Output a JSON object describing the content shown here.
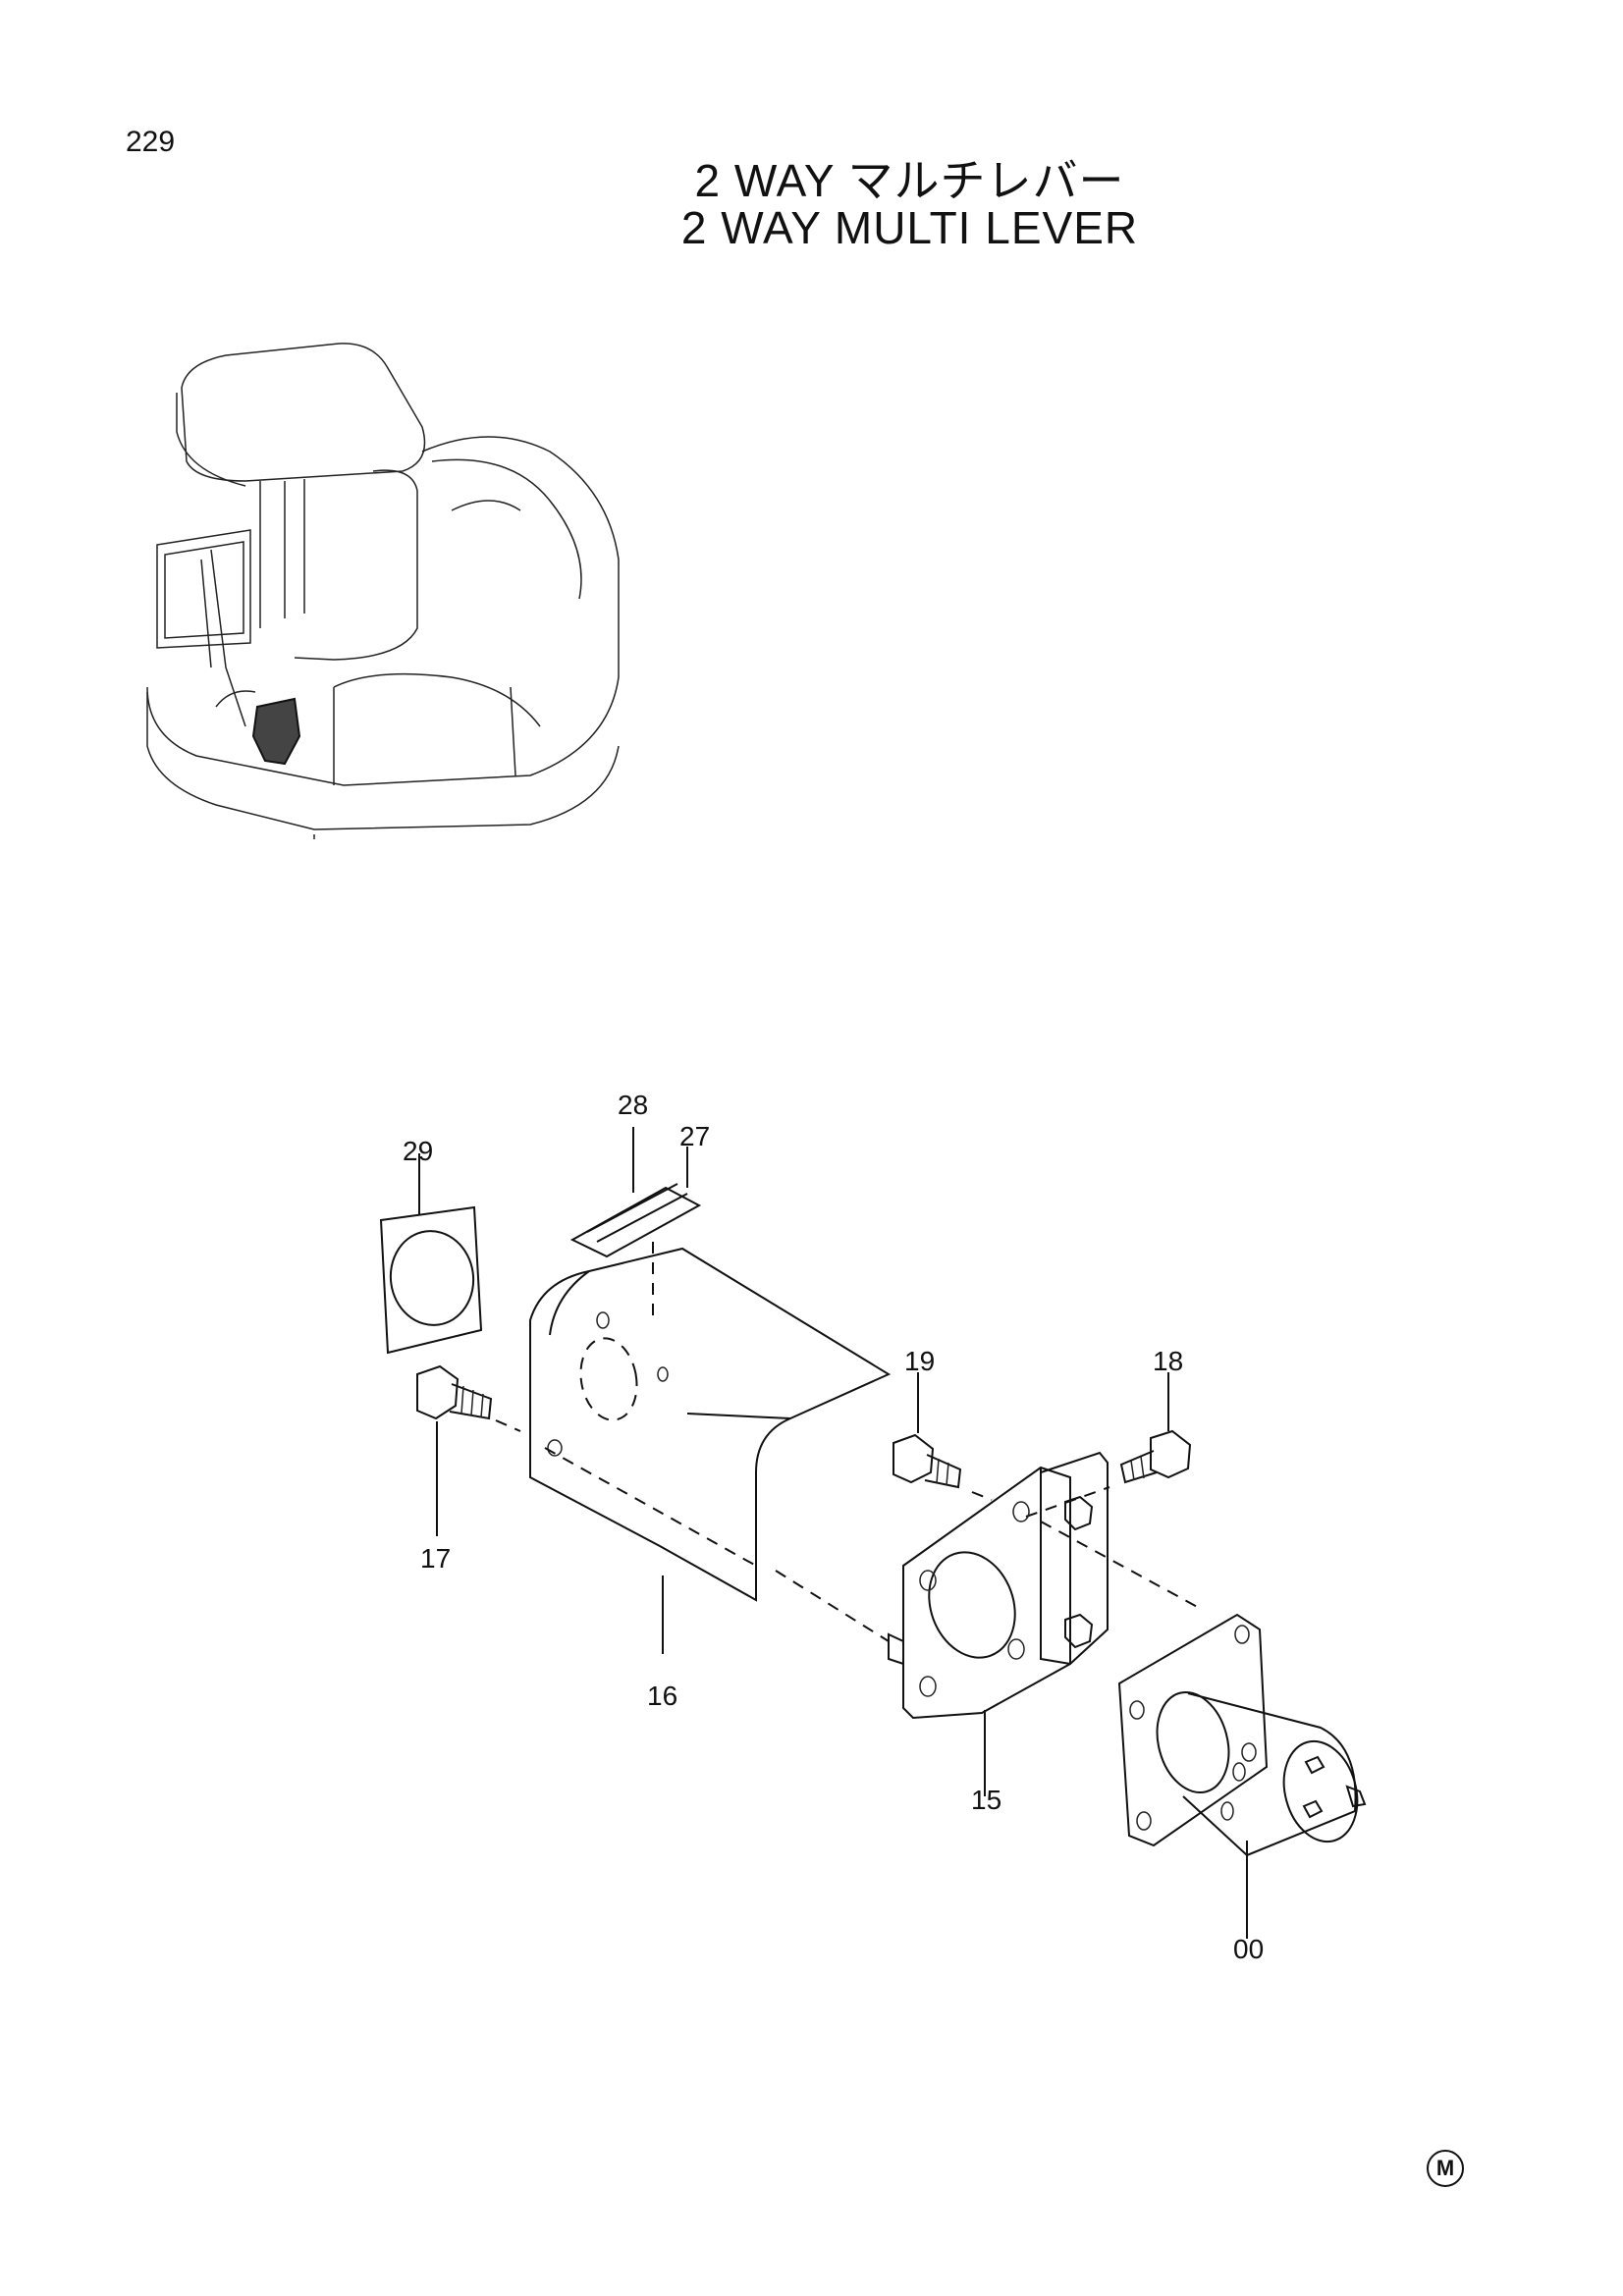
{
  "page": {
    "number": "229",
    "title_jp": "2 WAY マルチレバー",
    "title_en": "2 WAY  MULTI  LEVER",
    "mark": "M"
  },
  "callouts": {
    "c29": "29",
    "c28": "28",
    "c27": "27",
    "c19": "19",
    "c18": "18",
    "c17": "17",
    "c16": "16",
    "c15": "15",
    "c00": "00"
  }
}
